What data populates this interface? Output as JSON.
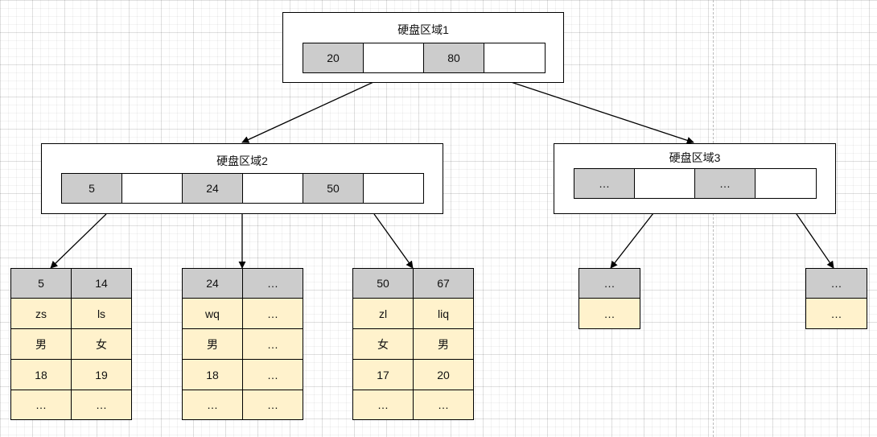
{
  "root": {
    "title": "硬盘区域1",
    "cells": [
      {
        "text": "20",
        "kind": "key"
      },
      {
        "text": "",
        "kind": "ptr"
      },
      {
        "text": "80",
        "kind": "key"
      },
      {
        "text": "",
        "kind": "ptr"
      }
    ]
  },
  "region2": {
    "title": "硬盘区域2",
    "cells": [
      {
        "text": "5",
        "kind": "key"
      },
      {
        "text": "",
        "kind": "ptr"
      },
      {
        "text": "24",
        "kind": "key"
      },
      {
        "text": "",
        "kind": "ptr"
      },
      {
        "text": "50",
        "kind": "key"
      },
      {
        "text": "",
        "kind": "ptr"
      }
    ]
  },
  "region3": {
    "title": "硬盘区域3",
    "cells": [
      {
        "text": "…",
        "kind": "key"
      },
      {
        "text": "",
        "kind": "ptr"
      },
      {
        "text": "…",
        "kind": "key"
      },
      {
        "text": "",
        "kind": "ptr"
      }
    ]
  },
  "leaves": [
    {
      "header": [
        "5",
        "14"
      ],
      "rows": [
        [
          "zs",
          "ls"
        ],
        [
          "男",
          "女"
        ],
        [
          "18",
          "19"
        ],
        [
          "…",
          "…"
        ]
      ]
    },
    {
      "header": [
        "24",
        "…"
      ],
      "rows": [
        [
          "wq",
          "…"
        ],
        [
          "男",
          "…"
        ],
        [
          "18",
          "…"
        ],
        [
          "…",
          "…"
        ]
      ]
    },
    {
      "header": [
        "50",
        "67"
      ],
      "rows": [
        [
          "zl",
          "liq"
        ],
        [
          "女",
          "男"
        ],
        [
          "17",
          "20"
        ],
        [
          "…",
          "…"
        ]
      ]
    },
    {
      "header": [
        "…"
      ],
      "rows": [
        [
          "…"
        ]
      ]
    },
    {
      "header": [
        "…"
      ],
      "rows": [
        [
          "…"
        ]
      ]
    }
  ],
  "colors": {
    "key_fill": "#cccccc",
    "row_fill": "#fff2cc",
    "border": "#000000"
  }
}
